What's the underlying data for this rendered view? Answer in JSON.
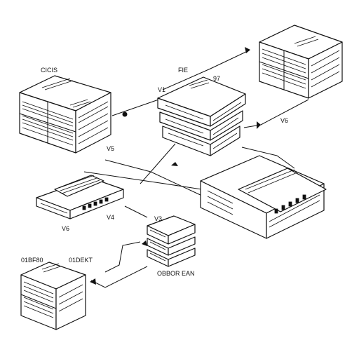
{
  "labels": {
    "cisco": "CICIS",
    "fie": "FIE",
    "p97": "97",
    "v1_top": "V1",
    "v6_right": "V6",
    "vs_left": "V5",
    "v6_left": "V6",
    "v4": "V4",
    "v3": "V3",
    "b_left": "01BF80",
    "b_ekt": "01DEKT",
    "obber": "OBBOR EAN"
  },
  "nodes": [
    {
      "id": "server-stack-left",
      "icon": "server-rack-icon"
    },
    {
      "id": "server-stack-top-right",
      "icon": "server-rack-icon"
    },
    {
      "id": "central-switch-stack",
      "icon": "switch-stack-icon"
    },
    {
      "id": "network-switch-left",
      "icon": "network-switch-icon"
    },
    {
      "id": "core-router-right",
      "icon": "router-chassis-icon"
    },
    {
      "id": "small-storage-stack",
      "icon": "storage-stack-icon"
    },
    {
      "id": "server-bottom-left",
      "icon": "server-rack-icon"
    }
  ]
}
